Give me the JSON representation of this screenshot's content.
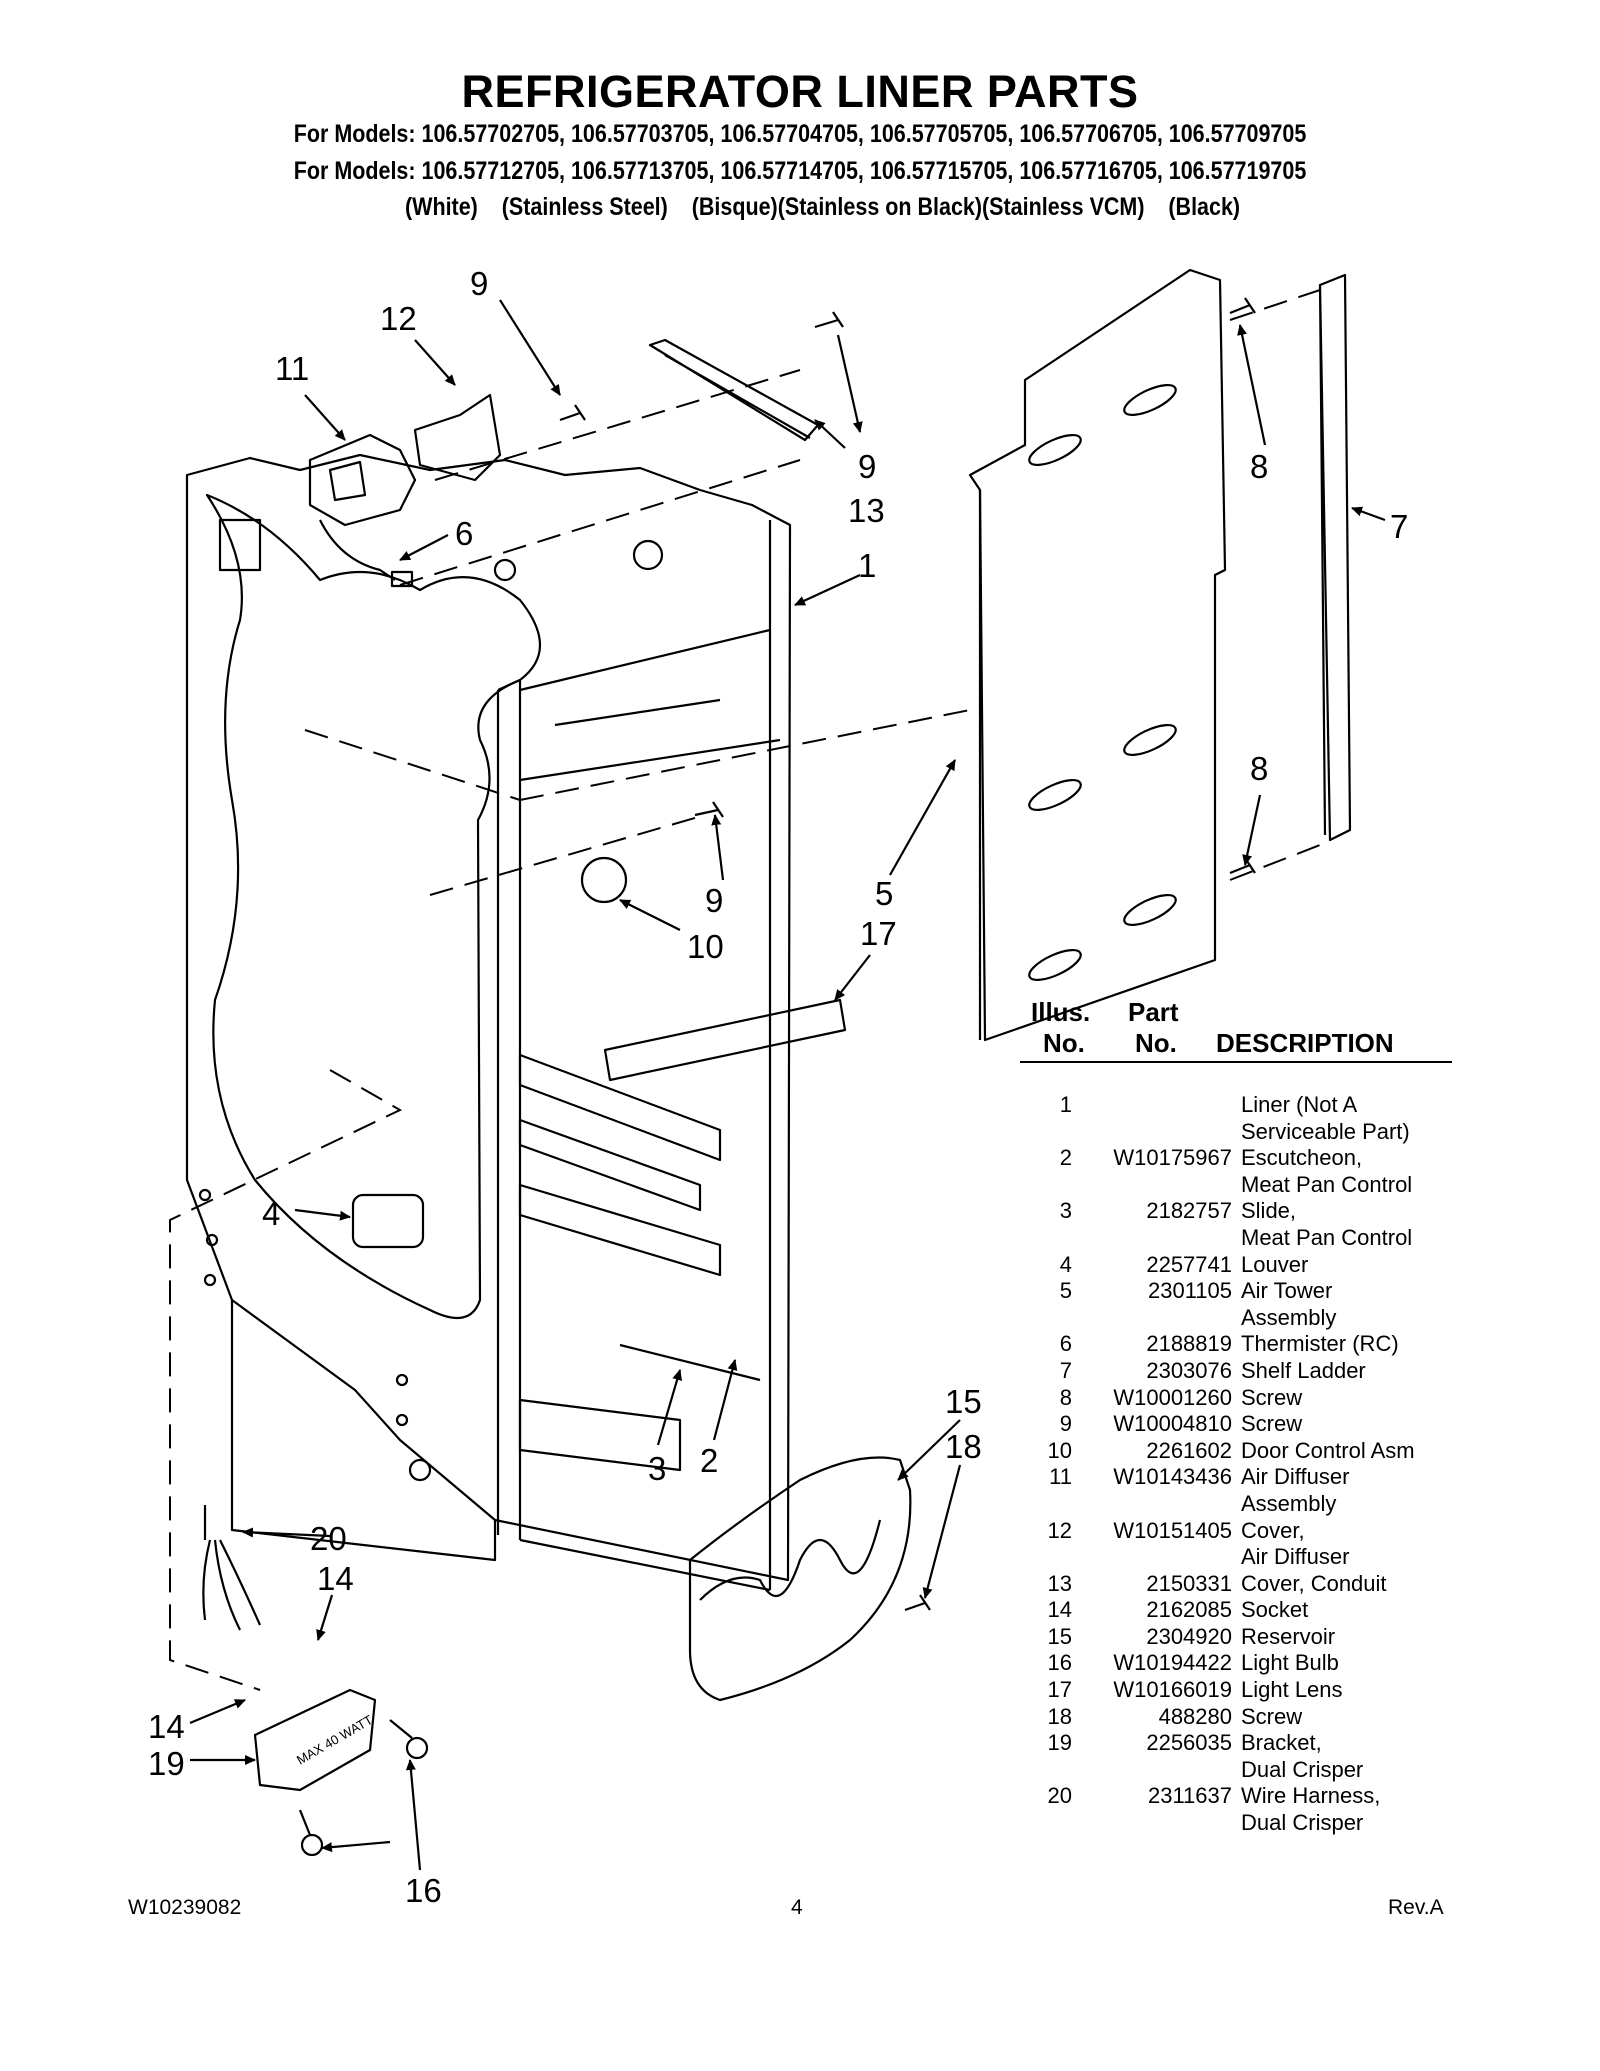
{
  "title": "REFRIGERATOR LINER PARTS",
  "models_line_1": "For Models: 106.57702705, 106.57703705, 106.57704705, 106.57705705, 106.57706705, 106.57709705",
  "models_line_2": "For Models: 106.57712705, 106.57713705, 106.57714705, 106.57715705, 106.57716705, 106.57719705",
  "finishes": "(White)    (Stainless Steel)    (Bisque)(Stainless on Black)(Stainless VCM)    (Black)",
  "diagram": {
    "callouts": [
      "9",
      "12",
      "11",
      "9",
      "13",
      "1",
      "6",
      "8",
      "7",
      "8",
      "5",
      "17",
      "9",
      "10",
      "4",
      "15",
      "18",
      "3",
      "2",
      "20",
      "14",
      "14",
      "19",
      "16"
    ]
  },
  "table": {
    "header": {
      "illus_line1": "Illus.",
      "illus_line2": "No.",
      "part_line1": "Part",
      "part_line2": "No.",
      "description": "DESCRIPTION"
    },
    "rows": [
      {
        "no": "1",
        "part": "",
        "desc": "Liner (Not A"
      },
      {
        "no": "",
        "part": "",
        "desc": "Serviceable Part)"
      },
      {
        "no": "2",
        "part": "W10175967",
        "desc": "Escutcheon,"
      },
      {
        "no": "",
        "part": "",
        "desc": "Meat Pan Control"
      },
      {
        "no": "3",
        "part": "2182757",
        "desc": "Slide,"
      },
      {
        "no": "",
        "part": "",
        "desc": "Meat Pan Control"
      },
      {
        "no": "4",
        "part": "2257741",
        "desc": "Louver"
      },
      {
        "no": "5",
        "part": "2301105",
        "desc": "Air Tower"
      },
      {
        "no": "",
        "part": "",
        "desc": "Assembly"
      },
      {
        "no": "6",
        "part": "2188819",
        "desc": "Thermister (RC)"
      },
      {
        "no": "7",
        "part": "2303076",
        "desc": "Shelf Ladder"
      },
      {
        "no": "8",
        "part": "W10001260",
        "desc": "Screw"
      },
      {
        "no": "9",
        "part": "W10004810",
        "desc": "Screw"
      },
      {
        "no": "10",
        "part": "2261602",
        "desc": "Door Control Asm"
      },
      {
        "no": "11",
        "part": "W10143436",
        "desc": "Air Diffuser"
      },
      {
        "no": "",
        "part": "",
        "desc": "Assembly"
      },
      {
        "no": "12",
        "part": "W10151405",
        "desc": "Cover,"
      },
      {
        "no": "",
        "part": "",
        "desc": "Air Diffuser"
      },
      {
        "no": "13",
        "part": "2150331",
        "desc": "Cover, Conduit"
      },
      {
        "no": "14",
        "part": "2162085",
        "desc": "Socket"
      },
      {
        "no": "15",
        "part": "2304920",
        "desc": "Reservoir"
      },
      {
        "no": "16",
        "part": "W10194422",
        "desc": "Light Bulb"
      },
      {
        "no": "17",
        "part": "W10166019",
        "desc": "Light Lens"
      },
      {
        "no": "18",
        "part": "488280",
        "desc": "Screw"
      },
      {
        "no": "19",
        "part": "2256035",
        "desc": "Bracket,"
      },
      {
        "no": "",
        "part": "",
        "desc": "Dual Crisper"
      },
      {
        "no": "20",
        "part": "2311637",
        "desc": "Wire Harness,"
      },
      {
        "no": "",
        "part": "",
        "desc": "Dual Crisper"
      }
    ]
  },
  "footer": {
    "doc_number": "W10239082",
    "page_number": "4",
    "revision": "Rev.A"
  },
  "socket_label": "MAX 40 WATT"
}
